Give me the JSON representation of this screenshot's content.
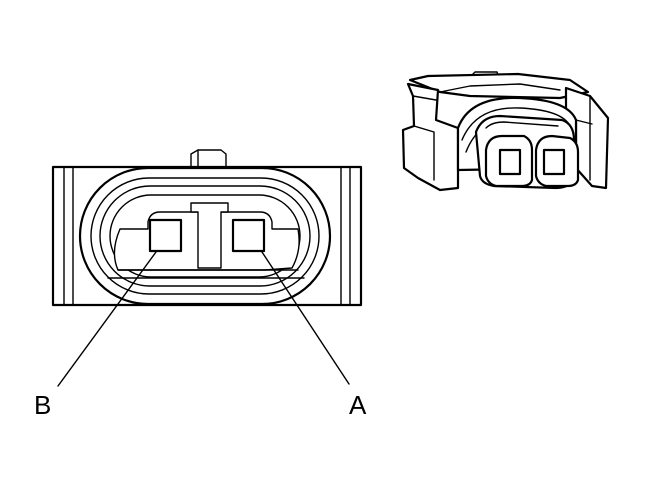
{
  "callouts": [
    {
      "id": "B",
      "text": "B"
    },
    {
      "id": "A",
      "text": "A"
    }
  ]
}
